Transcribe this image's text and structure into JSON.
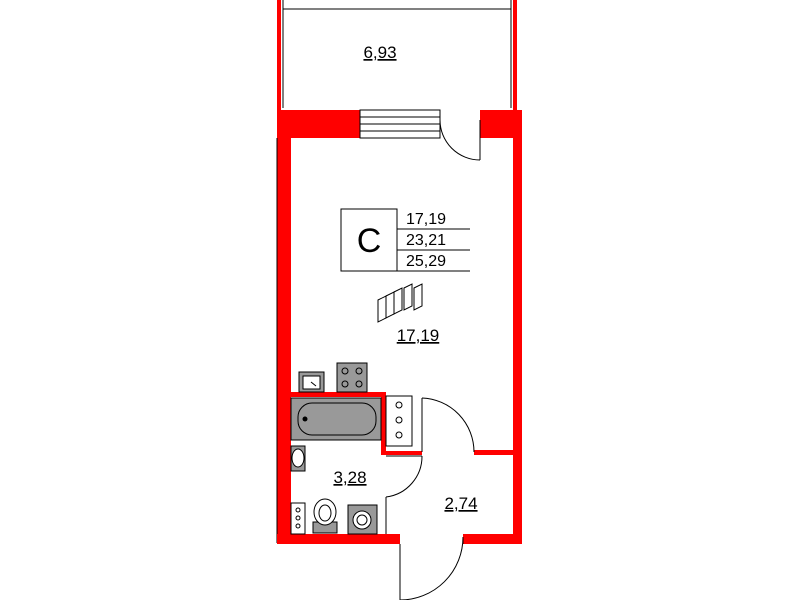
{
  "apartment_type": "С",
  "areas_summary": [
    "17,19",
    "23,21",
    "25,29"
  ],
  "rooms": {
    "balcony": "6,93",
    "living": "17,19",
    "bathroom": "3,28",
    "hallway": "2,74"
  },
  "colors": {
    "wall": "#ff0000",
    "fixture_fill": "#999999",
    "line": "#000000"
  }
}
